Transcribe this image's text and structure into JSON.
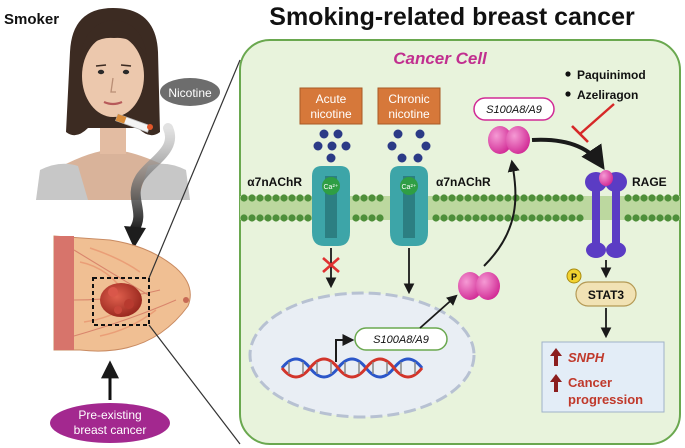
{
  "title": "Smoking-related breast cancer",
  "smoker_label": "Smoker",
  "nicotine_label": "Nicotine",
  "cell_label": "Cancer Cell",
  "acute_nicotine": [
    "Acute",
    "nicotine"
  ],
  "chronic_nicotine": [
    "Chronic",
    "nicotine"
  ],
  "receptor_label": "α7nAChR",
  "calcium_label": "Ca²⁺",
  "s100_label": "S100A8/A9",
  "inhibitors": [
    "Paquinimod",
    "Azeliragon"
  ],
  "rage_label": "RAGE",
  "phospho_label": "P",
  "stat3_label": "STAT3",
  "outcomes": [
    "SNPH",
    "Cancer",
    "progression"
  ],
  "preexisting_label": [
    "Pre-existing",
    "breast cancer"
  ],
  "colors": {
    "cell_fill": "#e8f3dc",
    "cell_border": "#6aa84f",
    "membrane": "#4e8f3a",
    "box_orange": "#d6783a",
    "nicotine_dot": "#2b3a86",
    "receptor": "#3da5a8",
    "calcium": "#2f9e44",
    "magenta": "#e040a8",
    "rage": "#5b3cc4",
    "stat3": "#f1e2b4",
    "outcome_text": "#c0392b",
    "pill_purple": "#a3288f"
  }
}
